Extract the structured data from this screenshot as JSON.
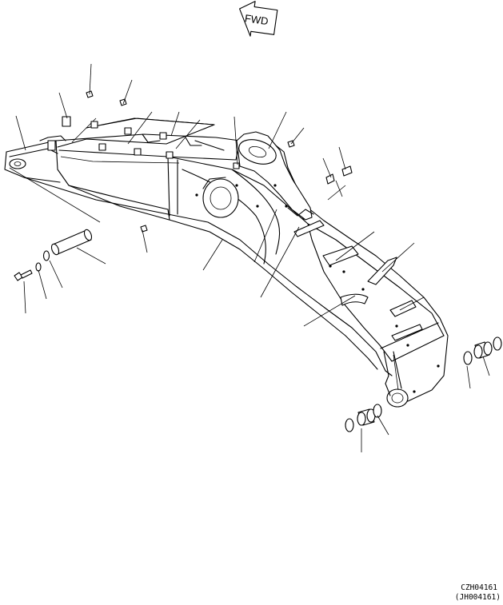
{
  "direction_marker": {
    "label": "FWD"
  },
  "drawing_codes": {
    "primary": "CZH04161",
    "secondary": "(JH004161)"
  }
}
